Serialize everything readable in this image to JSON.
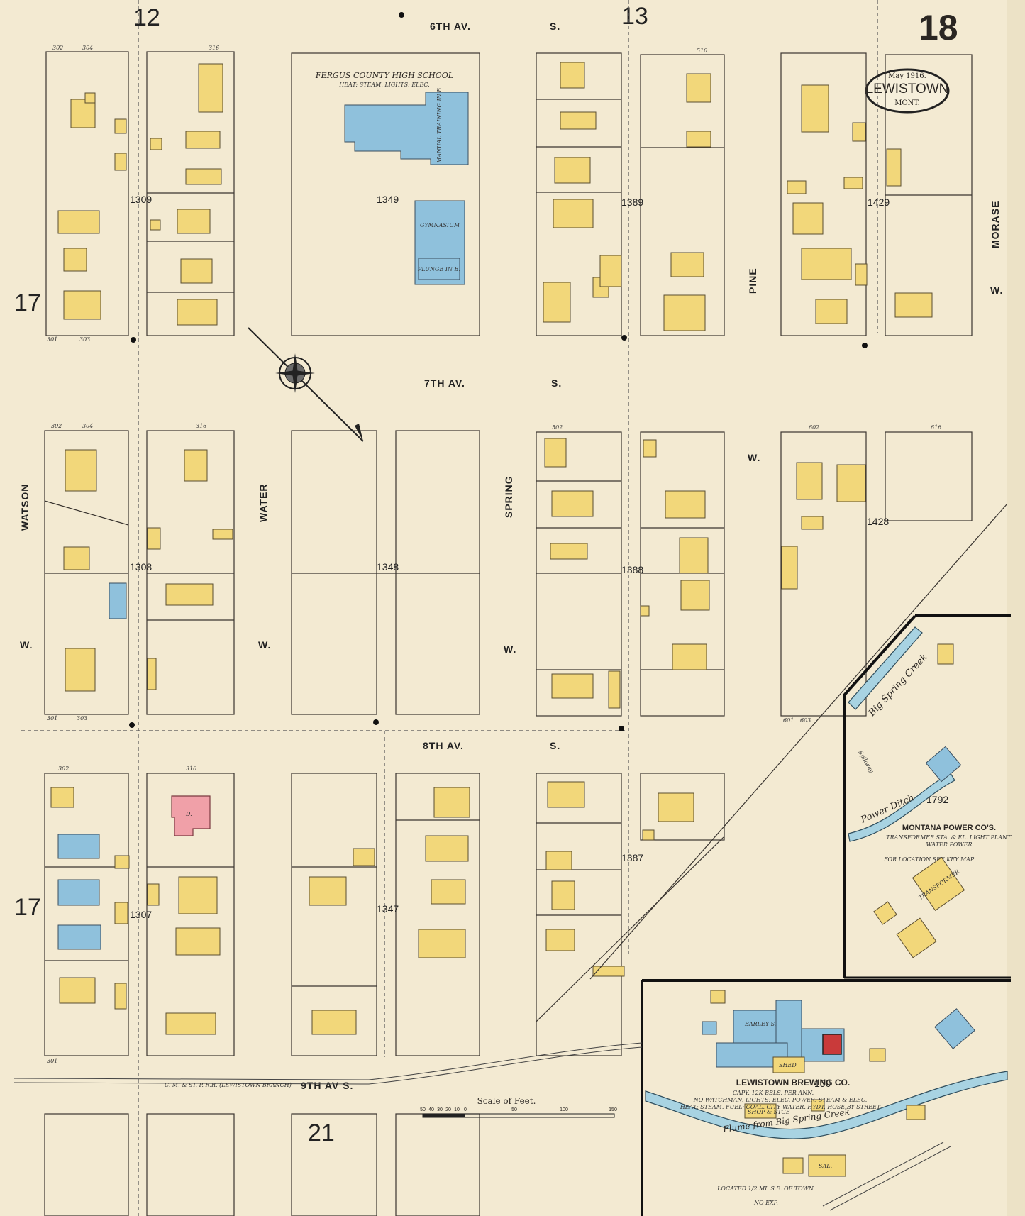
{
  "sheet": {
    "sheet_number": "18",
    "city": "LEWISTOWN",
    "state": "MONT.",
    "date": "May 1916."
  },
  "grid_refs": {
    "col_12": "12",
    "col_13": "13",
    "row_17_top": "17",
    "row_17_bottom": "17",
    "sheet_21": "21"
  },
  "streets": {
    "sixth_av": "6TH AV.",
    "sixth_s": "S.",
    "seventh_av": "7TH AV.",
    "seventh_s": "S.",
    "eighth_av": "8TH AV.",
    "eighth_s": "S.",
    "ninth_av": "9TH AV S.",
    "watson": "WATSON",
    "watson_w": "W.",
    "water": "WATER",
    "water_w": "W.",
    "spring": "SPRING",
    "spring_w": "W.",
    "pine": "PINE",
    "pine_w": "W.",
    "morase": "MORASE",
    "morase_w": "W."
  },
  "blocks": {
    "b1309": "1309",
    "b1349": "1349",
    "b1389": "1389",
    "b1429": "1429",
    "b1308": "1308",
    "b1348": "1348",
    "b1388": "1388",
    "b1428": "1428",
    "b1307": "1307",
    "b1347": "1347",
    "b1387": "1387",
    "b1792": "1792",
    "b150": "150"
  },
  "labels": {
    "school_name": "FERGUS COUNTY HIGH SCHOOL",
    "school_note": "HEAT: STEAM. LIGHTS: ELEC.",
    "gymnasium": "GYMNASIUM",
    "plunge": "PLUNGE IN B.",
    "manual_training": "MANUAL TRAINING IN B.",
    "power_co": "MONTANA POWER CO'S.",
    "power_note": "TRANSFORMER STA. & EL. LIGHT PLANT.",
    "water_power": "WATER POWER",
    "see_key_map": "FOR LOCATION SEE KEY MAP",
    "transformer": "TRANSFORMER",
    "big_spring_creek": "Big Spring Creek",
    "power_ditch": "Power Ditch",
    "spillway": "Spillway",
    "brewing_co": "LEWISTOWN BREWING CO.",
    "brewing_capy": "CAPY. 12K BBLS. PER ANN.",
    "brewing_note1": "NO WATCHMAN. LIGHTS: ELEC. POWER: STEAM & ELEC.",
    "brewing_note2": "HEAT: STEAM. FUEL: COAL. CITY WATER. HYDT. HOSE BY STREET",
    "flume": "Flume from Big Spring Creek",
    "located": "LOCATED 1/2 MI. S.E. OF TOWN.",
    "no_exp": "NO EXP.",
    "scale_title": "Scale of Feet.",
    "railroad": "C. M. & ST. P. R.R. (LEWISTOWN BRANCH)",
    "barley_stge": "BARLEY STGE",
    "shop_stge": "SHOP & STGE",
    "shed": "SHED",
    "sal": "SAL.",
    "brick_d": "D."
  },
  "scale": {
    "ticks": [
      "50",
      "40",
      "30",
      "20",
      "10",
      "0",
      "50",
      "100",
      "150"
    ]
  },
  "house_numbers": {
    "n302a": "302",
    "n304a": "304",
    "n316a": "316",
    "n301a": "301",
    "n303a": "303",
    "n302b": "302",
    "n304b": "304",
    "n316b": "316",
    "n301b": "301",
    "n303b": "303",
    "n302c": "302",
    "n316c": "316",
    "n301c": "301",
    "n502": "502",
    "n510": "510",
    "n602": "602",
    "n616": "616",
    "n601": "601",
    "n603": "603"
  },
  "legend_colors": {
    "frame_dwelling": "#f2d77a",
    "stone_building": "#8fc1dc",
    "brick_building": "#f0a0a8",
    "paper": "#f3ead2"
  }
}
